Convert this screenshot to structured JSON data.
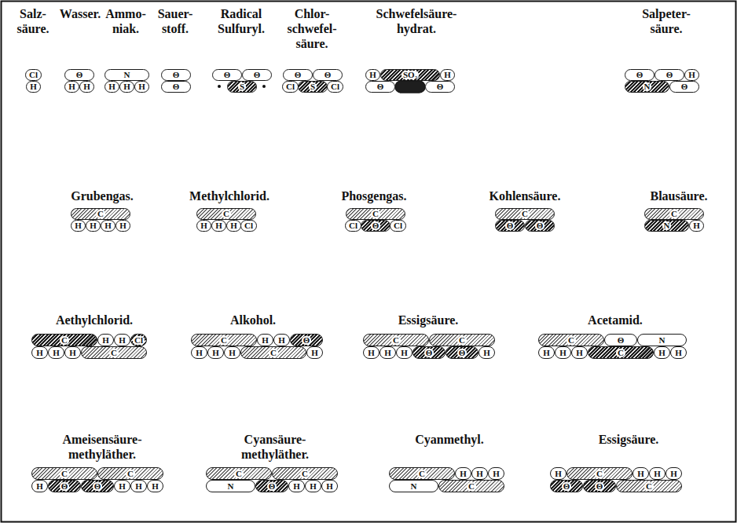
{
  "diagram": {
    "nodes": [
      {
        "text": [
          "Cl"
        ]
      },
      {
        "text": [
          "H"
        ]
      },
      {
        "text": [
          "Θ"
        ]
      },
      {
        "text": [
          "H"
        ]
      },
      {
        "text": [
          "H"
        ]
      },
      {
        "text": [
          "N"
        ]
      },
      {
        "text": [
          "H"
        ]
      },
      {
        "text": [
          "H"
        ]
      },
      {
        "text": [
          "H"
        ]
      },
      {
        "text": [
          "Θ"
        ]
      },
      {
        "text": [
          "Θ"
        ]
      },
      {
        "text": [
          "Θ"
        ]
      },
      {
        "text": [
          "Θ"
        ]
      },
      {
        "text": [
          "S"
        ]
      },
      {
        "text": [
          "Θ"
        ]
      },
      {
        "text": [
          "Θ"
        ]
      },
      {
        "text": [
          "Cl"
        ]
      },
      {
        "text": [
          "S"
        ]
      },
      {
        "text": [
          "Cl"
        ]
      },
      {
        "text": [
          "H"
        ]
      },
      {
        "text": [
          "SO₂"
        ]
      },
      {
        "text": [
          "H"
        ]
      },
      {
        "text": [
          "Θ"
        ]
      },
      {
        "text": [
          "Θ"
        ]
      },
      {
        "text": [
          "Θ"
        ]
      },
      {
        "text": [
          "Θ"
        ]
      },
      {
        "text": [
          "H"
        ]
      },
      {
        "text": [
          "N"
        ]
      },
      {
        "text": [
          "Θ"
        ]
      },
      {
        "text": [
          "C"
        ]
      },
      {
        "text": [
          "H"
        ]
      },
      {
        "text": [
          "H"
        ]
      },
      {
        "text": [
          "H"
        ]
      },
      {
        "text": [
          "H"
        ]
      },
      {
        "text": [
          "C"
        ]
      },
      {
        "text": [
          "H"
        ]
      },
      {
        "text": [
          "H"
        ]
      },
      {
        "text": [
          "H"
        ]
      },
      {
        "text": [
          "Cl"
        ]
      },
      {
        "text": [
          "C"
        ]
      },
      {
        "text": [
          "Cl"
        ]
      },
      {
        "text": [
          "Θ"
        ]
      },
      {
        "text": [
          "Cl"
        ]
      },
      {
        "text": [
          "C"
        ]
      },
      {
        "text": [
          "Θ"
        ]
      },
      {
        "text": [
          "Θ"
        ]
      },
      {
        "text": [
          "C"
        ]
      },
      {
        "text": [
          "N"
        ]
      },
      {
        "text": [
          "H"
        ]
      },
      {
        "text": [
          "C"
        ]
      },
      {
        "text": [
          "H"
        ]
      },
      {
        "text": [
          "H"
        ]
      },
      {
        "text": [
          "Cl"
        ]
      },
      {
        "text": [
          "H"
        ]
      },
      {
        "text": [
          "H"
        ]
      },
      {
        "text": [
          "H"
        ]
      },
      {
        "text": [
          "C"
        ]
      },
      {
        "text": [
          "C"
        ]
      },
      {
        "text": [
          "H"
        ]
      },
      {
        "text": [
          "H"
        ]
      },
      {
        "text": [
          "Θ"
        ]
      },
      {
        "text": [
          "H"
        ]
      },
      {
        "text": [
          "H"
        ]
      },
      {
        "text": [
          "H"
        ]
      },
      {
        "text": [
          "C"
        ]
      },
      {
        "text": [
          "H"
        ]
      },
      {
        "text": [
          "C"
        ]
      },
      {
        "text": [
          "C"
        ]
      },
      {
        "text": [
          "H"
        ]
      },
      {
        "text": [
          "H"
        ]
      },
      {
        "text": [
          "H"
        ]
      },
      {
        "text": [
          "Θ"
        ]
      },
      {
        "text": [
          "Θ"
        ]
      },
      {
        "text": [
          "H"
        ]
      },
      {
        "text": [
          "C"
        ]
      },
      {
        "text": [
          "Θ"
        ]
      },
      {
        "text": [
          "N"
        ]
      },
      {
        "text": [
          "H"
        ]
      },
      {
        "text": [
          "H"
        ]
      },
      {
        "text": [
          "H"
        ]
      },
      {
        "text": [
          "C"
        ]
      },
      {
        "text": [
          "H"
        ]
      },
      {
        "text": [
          "H"
        ]
      },
      {
        "text": [
          "C"
        ]
      },
      {
        "text": [
          "C"
        ]
      },
      {
        "text": [
          "H"
        ]
      },
      {
        "text": [
          "Θ"
        ]
      },
      {
        "text": [
          "Θ"
        ]
      },
      {
        "text": [
          "H"
        ]
      },
      {
        "text": [
          "H"
        ]
      },
      {
        "text": [
          "H"
        ]
      },
      {
        "text": [
          "C"
        ]
      },
      {
        "text": [
          "C"
        ]
      },
      {
        "text": [
          "N"
        ]
      },
      {
        "text": [
          "Θ"
        ]
      },
      {
        "text": [
          "H"
        ]
      },
      {
        "text": [
          "H"
        ]
      },
      {
        "text": [
          "H"
        ]
      },
      {
        "text": [
          "C"
        ]
      },
      {
        "text": [
          "H"
        ]
      },
      {
        "text": [
          "H"
        ]
      },
      {
        "text": [
          "H"
        ]
      },
      {
        "text": [
          "N"
        ]
      },
      {
        "text": [
          "C"
        ]
      },
      {
        "text": [
          "H"
        ]
      },
      {
        "text": [
          "C"
        ]
      },
      {
        "text": [
          "H"
        ]
      },
      {
        "text": [
          "H"
        ]
      },
      {
        "text": [
          "H"
        ]
      },
      {
        "text": [
          "Θ"
        ]
      },
      {
        "text": [
          "Θ"
        ]
      },
      {
        "text": [
          "C"
        ]
      }
    ],
    "labels": [
      "Salz- säure.",
      "Wasser.",
      "Ammo- niak.",
      "Sauer- stoff.",
      "Radical Sulfuryl.",
      "Chlor- schwefel- säure.",
      "Schwefelsäure- hydrat.",
      "Salpeter- säure.",
      "Grubengas.",
      "Methylchlorid.",
      "Phosgengas.",
      "Kohlensäure.",
      "Blausäure.",
      "Aethylchlorid.",
      "Alkohol.",
      "Essigsäure.",
      "Acetamid.",
      "Ameisensäure- methyläther.",
      "Cyansäure- methyläther.",
      "Cyanmethyl.",
      "Essigsäure."
    ]
  }
}
